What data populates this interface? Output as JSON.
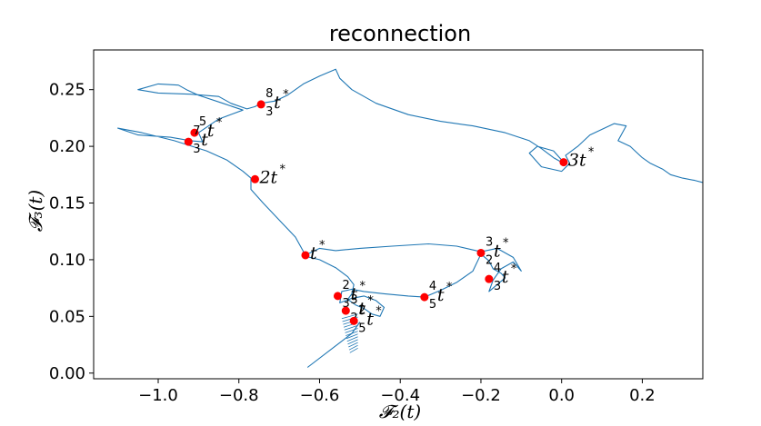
{
  "chart_data": {
    "type": "line",
    "title": "reconnection",
    "xlabel": "𝓕₂(t)",
    "ylabel": "𝓕₃(t)",
    "xlim": [
      -1.16,
      0.35
    ],
    "ylim": [
      -0.005,
      0.285
    ],
    "xticks": [
      -1.0,
      -0.8,
      -0.6,
      -0.4,
      -0.2,
      0.0,
      0.2
    ],
    "xtick_labels": [
      "−1.0",
      "−0.8",
      "−0.6",
      "−0.4",
      "−0.2",
      "0.0",
      "0.2"
    ],
    "yticks": [
      0.0,
      0.05,
      0.1,
      0.15,
      0.2,
      0.25
    ],
    "ytick_labels": [
      "0.00",
      "0.05",
      "0.10",
      "0.15",
      "0.20",
      "0.25"
    ],
    "grid": false,
    "colors": {
      "trajectory": "#1f77b4",
      "markers": "#ff0000"
    },
    "trajectory": {
      "x": [
        -0.635,
        -0.6,
        -0.56,
        -0.53,
        -0.515,
        -0.52,
        -0.53,
        -0.51,
        -0.49,
        -0.47,
        -0.45,
        -0.44,
        -0.46,
        -0.49,
        -0.52,
        -0.55,
        -0.545,
        -0.52,
        -0.49,
        -0.44,
        -0.38,
        -0.34,
        -0.3,
        -0.26,
        -0.22,
        -0.2,
        -0.18,
        -0.17,
        -0.15,
        -0.14,
        -0.16,
        -0.18,
        -0.17,
        -0.15,
        -0.12,
        -0.1,
        -0.12,
        -0.16,
        -0.2,
        -0.26,
        -0.33,
        -0.42,
        -0.5,
        -0.56,
        -0.6,
        -0.635,
        -0.66,
        -0.7,
        -0.74,
        -0.77,
        -0.77,
        -0.79,
        -0.83,
        -0.88,
        -0.96,
        -1.04,
        -1.1,
        -1.05,
        -0.97,
        -0.92,
        -0.89,
        -0.9,
        -0.85,
        -0.79,
        -0.84,
        -0.9,
        -0.93,
        -0.95,
        -1.0,
        -1.05,
        -1.0,
        -0.92,
        -0.85,
        -0.82,
        -0.78,
        -0.76,
        -0.745,
        -0.71,
        -0.68,
        -0.64,
        -0.6,
        -0.56,
        -0.55,
        -0.52,
        -0.46,
        -0.38,
        -0.3,
        -0.22,
        -0.14,
        -0.08,
        -0.05,
        -0.02,
        0.0,
        0.005,
        -0.02,
        -0.06,
        -0.08,
        -0.05,
        0.0,
        0.02,
        0.01,
        0.04,
        0.07,
        0.1,
        0.13,
        0.16,
        0.14,
        0.17,
        0.2,
        0.22,
        0.25,
        0.27,
        0.3,
        0.33,
        0.35
      ],
      "y": [
        0.103,
        0.1,
        0.093,
        0.085,
        0.078,
        0.07,
        0.065,
        0.06,
        0.057,
        0.052,
        0.05,
        0.058,
        0.064,
        0.068,
        0.066,
        0.062,
        0.072,
        0.074,
        0.072,
        0.07,
        0.068,
        0.067,
        0.073,
        0.08,
        0.09,
        0.105,
        0.099,
        0.092,
        0.088,
        0.084,
        0.078,
        0.072,
        0.082,
        0.092,
        0.098,
        0.09,
        0.102,
        0.11,
        0.107,
        0.112,
        0.114,
        0.112,
        0.11,
        0.108,
        0.11,
        0.104,
        0.12,
        0.135,
        0.15,
        0.162,
        0.172,
        0.178,
        0.188,
        0.196,
        0.205,
        0.212,
        0.216,
        0.21,
        0.208,
        0.205,
        0.204,
        0.212,
        0.224,
        0.232,
        0.238,
        0.245,
        0.25,
        0.254,
        0.255,
        0.25,
        0.247,
        0.246,
        0.244,
        0.238,
        0.233,
        0.235,
        0.238,
        0.24,
        0.245,
        0.255,
        0.262,
        0.268,
        0.26,
        0.25,
        0.238,
        0.228,
        0.222,
        0.218,
        0.212,
        0.205,
        0.198,
        0.19,
        0.186,
        0.186,
        0.196,
        0.2,
        0.194,
        0.182,
        0.178,
        0.185,
        0.192,
        0.2,
        0.21,
        0.215,
        0.22,
        0.218,
        0.205,
        0.2,
        0.19,
        0.185,
        0.18,
        0.175,
        0.172,
        0.17,
        0.168
      ]
    },
    "tail": {
      "x": [
        -0.63,
        -0.52,
        -0.5
      ],
      "y": [
        0.005,
        0.035,
        0.045
      ]
    },
    "hatch": {
      "x_min": -0.545,
      "x_max": -0.505,
      "y_min": 0.018,
      "y_max": 0.048
    },
    "markers": [
      {
        "x": -0.635,
        "y": 0.104,
        "label": "t",
        "star": "*",
        "num": "",
        "den": ""
      },
      {
        "x": -0.76,
        "y": 0.171,
        "label": "2t",
        "star": "*",
        "num": "",
        "den": ""
      },
      {
        "x": 0.005,
        "y": 0.186,
        "label": "3t",
        "star": "*",
        "num": "",
        "den": ""
      },
      {
        "x": -0.745,
        "y": 0.237,
        "label": "t",
        "star": "*",
        "num": "8",
        "den": "3"
      },
      {
        "x": -0.91,
        "y": 0.212,
        "label": "t",
        "star": "*",
        "num": "5",
        "den": ""
      },
      {
        "x": -0.925,
        "y": 0.204,
        "label": "t",
        "star": "",
        "num": "7",
        "den": "3"
      },
      {
        "x": -0.2,
        "y": 0.106,
        "label": "t",
        "star": "*",
        "num": "3",
        "den": "2"
      },
      {
        "x": -0.18,
        "y": 0.083,
        "label": "t",
        "star": "*",
        "num": "4",
        "den": "3"
      },
      {
        "x": -0.34,
        "y": 0.067,
        "label": "t",
        "star": "*",
        "num": "4",
        "den": "5"
      },
      {
        "x": -0.555,
        "y": 0.068,
        "label": "t",
        "star": "*",
        "num": "2",
        "den": "3"
      },
      {
        "x": -0.535,
        "y": 0.055,
        "label": "t",
        "star": "*",
        "num": "3",
        "den": "2"
      },
      {
        "x": -0.515,
        "y": 0.046,
        "label": "t",
        "star": "*",
        "num": "2",
        "den": "5"
      }
    ]
  }
}
